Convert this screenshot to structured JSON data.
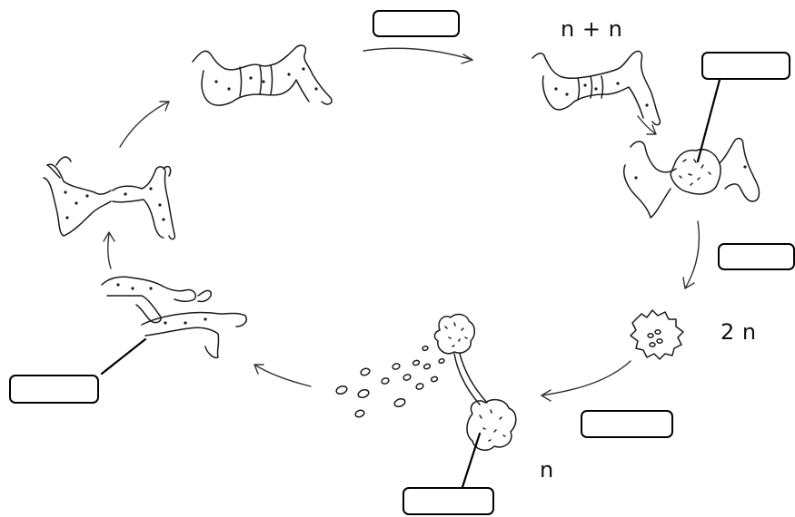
{
  "ploidy_labels": {
    "dikaryon": "n + n",
    "diploid": "2 n",
    "haploid": "n"
  },
  "label_boxes": [
    {
      "id": "box-top",
      "text": ""
    },
    {
      "id": "box-zygosporangium",
      "text": ""
    },
    {
      "id": "box-right",
      "text": ""
    },
    {
      "id": "box-meiosis",
      "text": ""
    },
    {
      "id": "box-sporangium",
      "text": ""
    },
    {
      "id": "box-hypha",
      "text": ""
    }
  ]
}
